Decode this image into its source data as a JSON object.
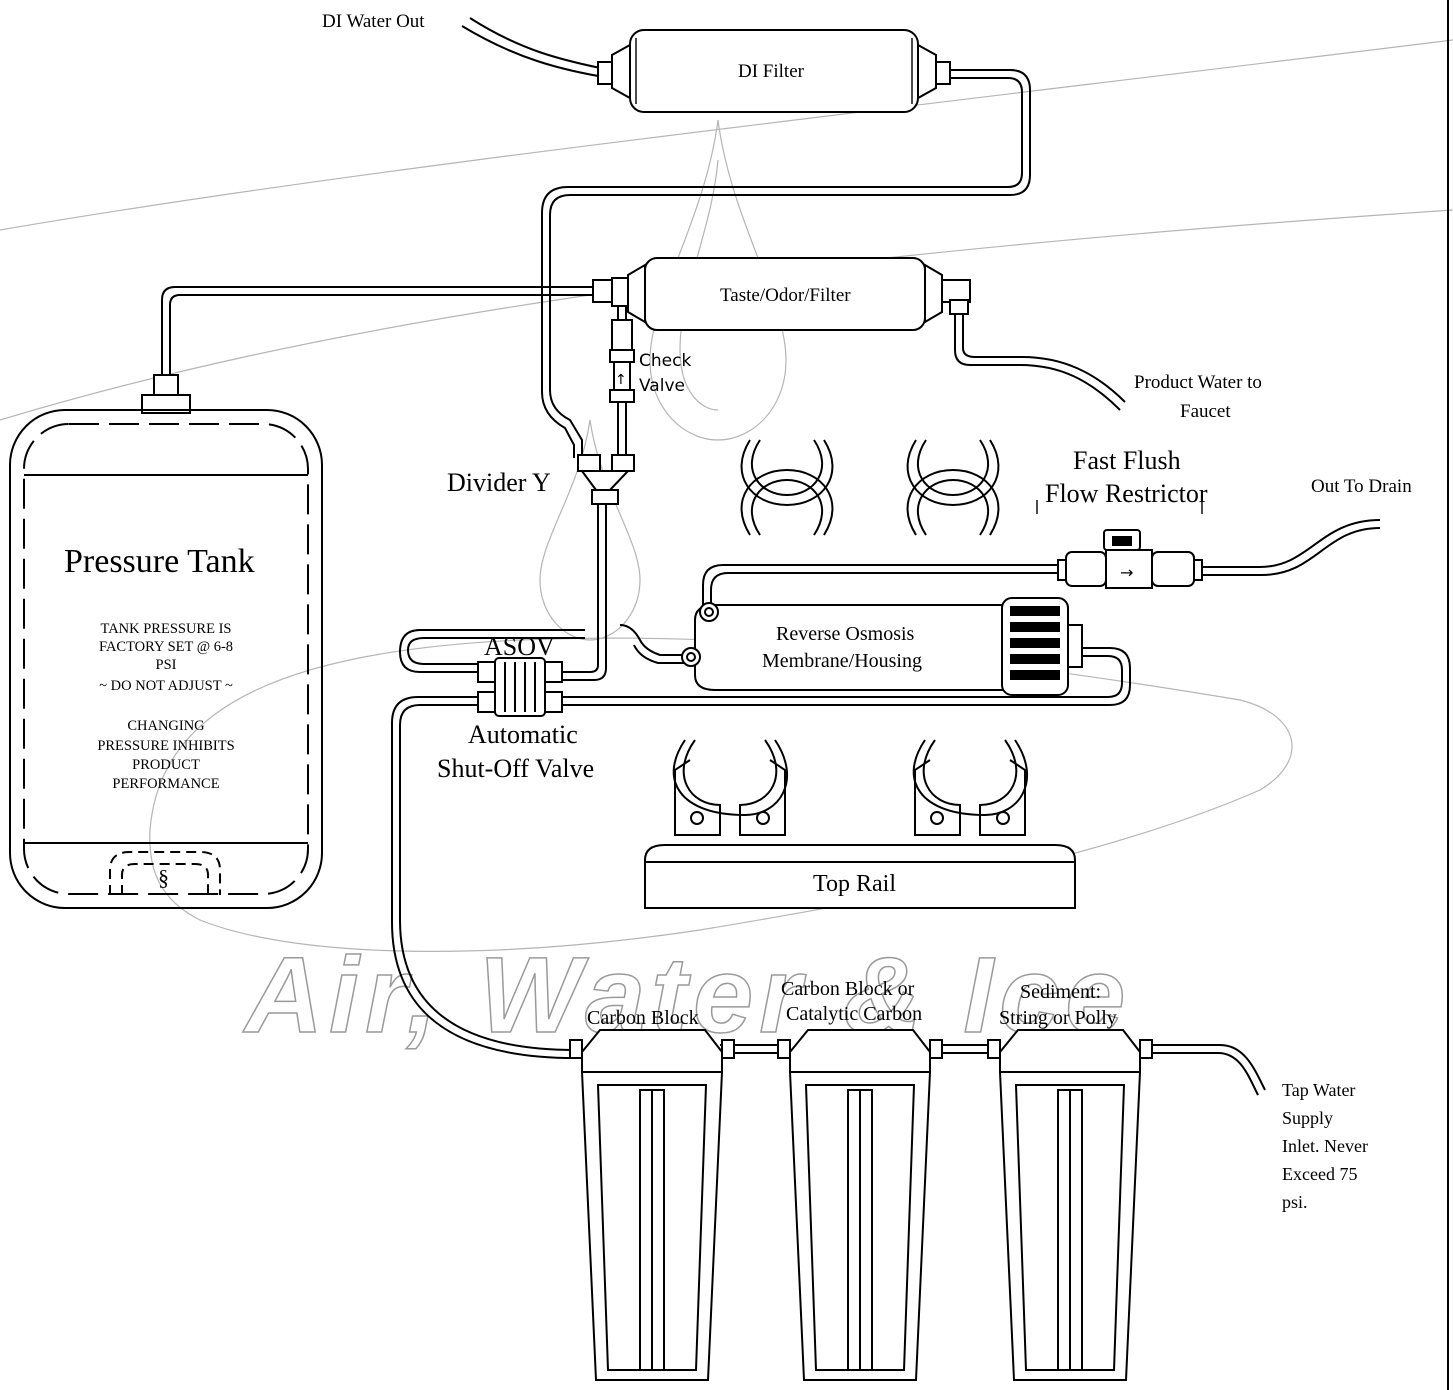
{
  "watermark": "Air, Water & Ice",
  "labels": {
    "di_water_out": "DI Water Out",
    "di_filter": "DI Filter",
    "taste_odor_filter": "Taste/Odor/Filter",
    "check_valve_1": "Check",
    "check_valve_2": "Valve",
    "product_water_1": "Product Water to",
    "product_water_2": "Faucet",
    "divider_y": "Divider Y",
    "fast_flush_1": "Fast Flush",
    "fast_flush_2": "Flow Restrictor",
    "out_to_drain": "Out To Drain",
    "pressure_tank": "Pressure Tank",
    "tank_note": [
      "TANK PRESSURE IS",
      "FACTORY SET @ 6-8",
      "PSI",
      "~ DO NOT ADJUST ~",
      "",
      "CHANGING",
      "PRESSURE INHIBITS",
      "PRODUCT",
      "PERFORMANCE"
    ],
    "asov": "ASOV",
    "ro_membrane_1": "Reverse Osmosis",
    "ro_membrane_2": "Membrane/Housing",
    "asov_full_1": "Automatic",
    "asov_full_2": "Shut-Off Valve",
    "top_rail": "Top Rail",
    "carbon_block": "Carbon Block",
    "carbon_catalytic_1": "Carbon Block or",
    "carbon_catalytic_2": "Catalytic Carbon",
    "sediment_1": "Sediment:",
    "sediment_2": "String or Polly",
    "tap_water": [
      "Tap Water",
      "Supply",
      "Inlet. Never",
      "Exceed 75",
      "psi."
    ]
  },
  "symbols": {
    "check_arrow": "↑",
    "flow_arrow": "→"
  },
  "icons": [
    "water-drop-watermark",
    "pressure-tank-icon",
    "filter-canister-icon",
    "membrane-housing-icon",
    "clip-icon"
  ]
}
